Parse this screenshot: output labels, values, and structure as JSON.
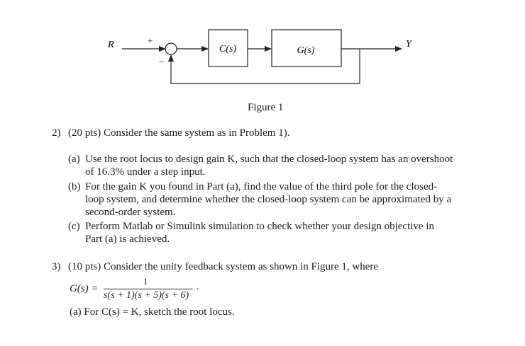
{
  "figure": {
    "input_label": "R",
    "output_label": "Y",
    "plus_sign": "+",
    "minus_sign": "−",
    "controller_label": "C(s)",
    "plant_label": "G(s)",
    "caption": "Figure 1"
  },
  "problem2": {
    "number": "2)",
    "intro": "(20 pts) Consider the same system as in Problem 1).",
    "parts": [
      {
        "label": "(a)",
        "lines": [
          "Use the root locus to design gain K, such that the closed-loop system has an overshoot",
          "of 16.3% under a step input."
        ]
      },
      {
        "label": "(b)",
        "lines": [
          "For the gain K you found in Part (a), find the value of the third pole for the closed-",
          "loop system, and determine whether the closed-loop system can be approximated by a",
          "second-order system."
        ]
      },
      {
        "label": "(c)",
        "lines": [
          "Perform Matlab or Simulink simulation to check whether your design objective in",
          "Part (a) is achieved."
        ]
      }
    ]
  },
  "problem3": {
    "number": "3)",
    "intro": "(10 pts) Consider the unity feedback system as shown in Figure 1, where",
    "equation": {
      "lhs": "G(s) =",
      "numerator": "1",
      "denominator": "s(s + 1)(s + 5)(s + 6)",
      "trailing": "."
    },
    "part_a": "(a) For C(s) = K, sketch the root locus."
  }
}
